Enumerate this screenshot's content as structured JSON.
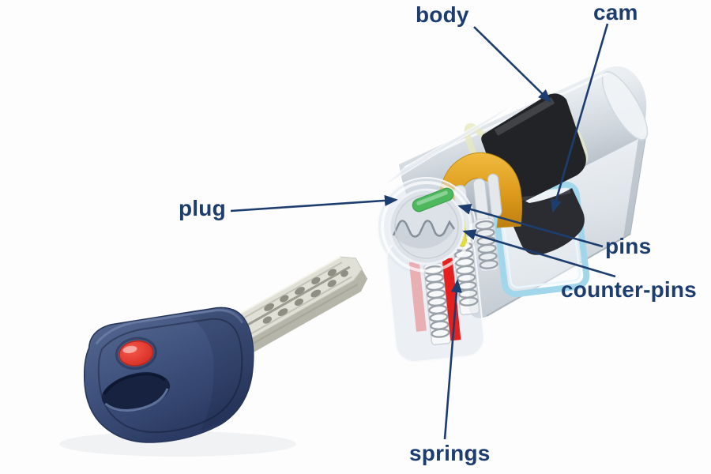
{
  "labels": {
    "body": "body",
    "cam": "cam",
    "plug": "plug",
    "pins": "pins",
    "counter_pins": "counter-pins",
    "springs": "springs"
  },
  "colors": {
    "background": "#fdfdfd",
    "label_text": "#1d3d6f",
    "leader_line": "#1d3d6f",
    "key_head_blue": "#3d4f78",
    "key_button_red": "#e23b31",
    "key_blade_silver": "#dcdcd2",
    "plug_marker_green": "#4eb85e",
    "cam_black": "#232428",
    "plug_rear_gold": "#e2a41f",
    "pin_red": "#e52120",
    "pin_pink": "#e9a9ad",
    "counter_pin_yellow": "#e3de3a",
    "cutaway_edge_blue": "#a2d7eb",
    "cylinder_silver": "#d3d9df"
  }
}
